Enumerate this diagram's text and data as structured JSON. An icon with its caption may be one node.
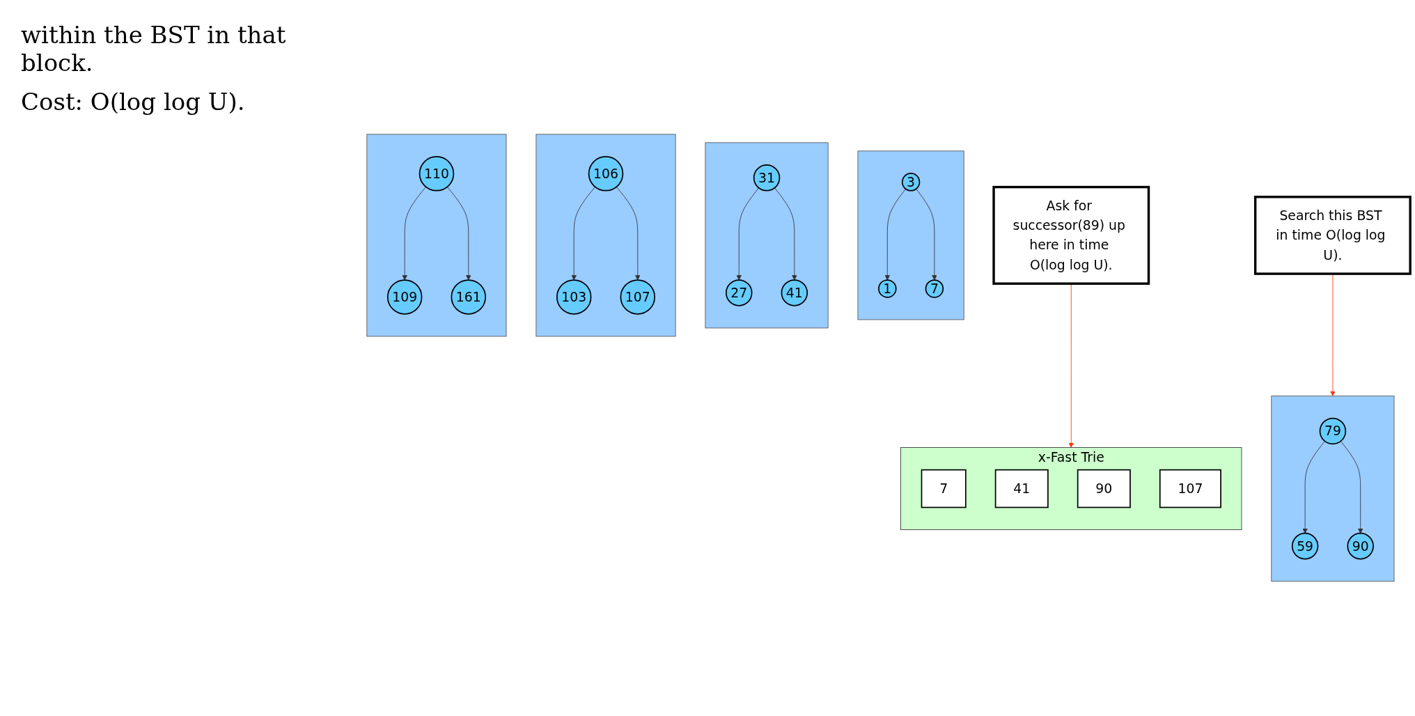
{
  "diagram": {
    "nodes": [
      {
        "text": [
          "x-Fast Trie"
        ]
      },
      {
        "text": [
          "7"
        ],
        "in": 0
      },
      {
        "text": [
          "41"
        ],
        "in": 0
      },
      {
        "text": [
          "90"
        ],
        "in": 0
      },
      {
        "text": [
          "107"
        ],
        "in": 0
      },
      {
        "text": [],
        "shape": "box"
      },
      {
        "text": [
          "3"
        ],
        "in": 5
      },
      {
        "text": [
          "1"
        ],
        "in": 5
      },
      {
        "text": [
          "7"
        ],
        "in": 5
      },
      {
        "text": [],
        "shape": "box"
      },
      {
        "text": [
          "31"
        ],
        "in": 9
      },
      {
        "text": [
          "27"
        ],
        "in": 9
      },
      {
        "text": [
          "41"
        ],
        "in": 9
      },
      {
        "text": [],
        "shape": "box"
      },
      {
        "text": [
          "79"
        ],
        "in": 13
      },
      {
        "text": [
          "59"
        ],
        "in": 13
      },
      {
        "text": [
          "90"
        ],
        "in": 13
      },
      {
        "text": [],
        "shape": "box"
      },
      {
        "text": [
          "106"
        ],
        "in": 17
      },
      {
        "text": [
          "103"
        ],
        "in": 17
      },
      {
        "text": [
          "107"
        ],
        "in": 17
      },
      {
        "text": [],
        "shape": "box"
      },
      {
        "text": [
          "110"
        ],
        "in": 21
      },
      {
        "text": [
          "109"
        ],
        "in": 21
      },
      {
        "text": [
          "161"
        ],
        "in": 21
      },
      {
        "text": [
          "Ask for successor(89) up here in time O(log log U)."
        ]
      },
      {
        "text": [
          "Search this BST in time O(log log U)."
        ]
      }
    ],
    "edges": [
      {
        "from": 6,
        "to": 7,
        "arrow": "to"
      },
      {
        "from": 6,
        "to": 8,
        "arrow": "to"
      },
      {
        "from": 10,
        "to": 11,
        "arrow": "to"
      },
      {
        "from": 10,
        "to": 12,
        "arrow": "to"
      },
      {
        "from": 14,
        "to": 15,
        "arrow": "to"
      },
      {
        "from": 14,
        "to": 16,
        "arrow": "to"
      },
      {
        "from": 18,
        "to": 19,
        "arrow": "to"
      },
      {
        "from": 18,
        "to": 20,
        "arrow": "to"
      },
      {
        "from": 22,
        "to": 23,
        "arrow": "to"
      },
      {
        "from": 22,
        "to": 24,
        "arrow": "to"
      },
      {
        "from": 25,
        "to": 0,
        "arrow": "to",
        "color": "#ff3300"
      },
      {
        "from": 26,
        "to": 13,
        "arrow": "to",
        "color": "#ff3300"
      }
    ],
    "labels": [
      "within the BST in that block.",
      "Cost: O(log log U)."
    ]
  }
}
